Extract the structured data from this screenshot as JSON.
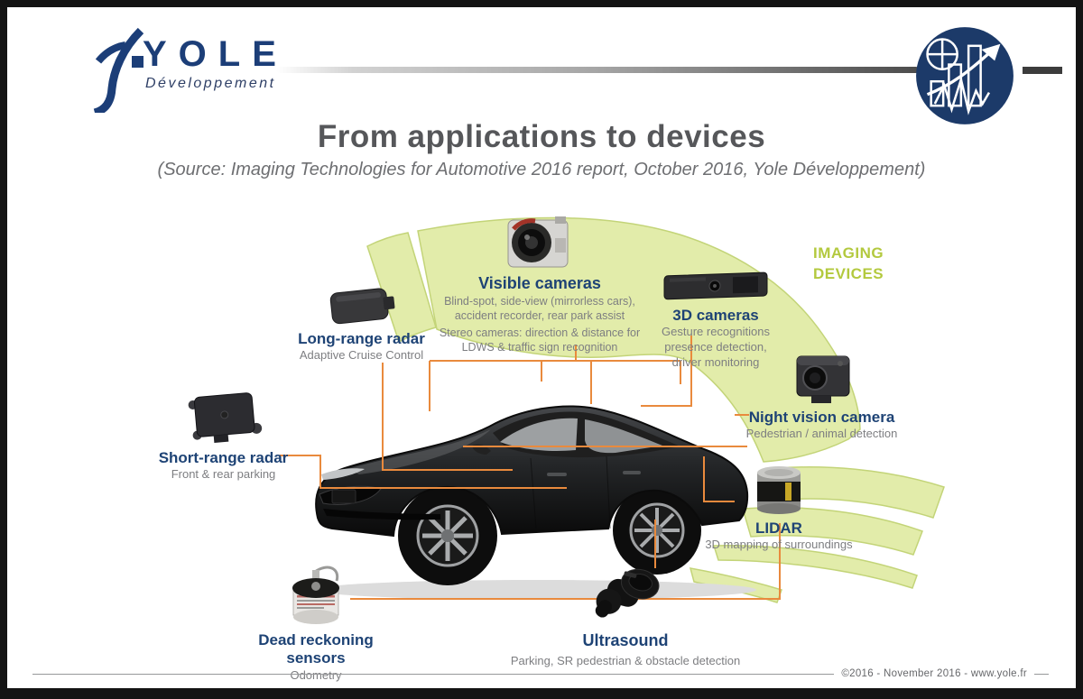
{
  "header": {
    "logo": {
      "brand": "YOLE",
      "tagline": "Développement"
    }
  },
  "title": "From applications to devices",
  "subtitle": "(Source: Imaging Technologies for Automotive 2016 report, October 2016, Yole Développement)",
  "imaging_devices_label": "IMAGING DEVICES",
  "devices": [
    {
      "id": "visible-cameras",
      "label": "Visible cameras",
      "desc": [
        "Blind-spot, side-view (mirrorless cars),",
        "accident recorder, rear park assist",
        "Stereo cameras: direction & distance for",
        "LDWS & traffic sign recognition"
      ]
    },
    {
      "id": "3d-cameras",
      "label": "3D cameras",
      "desc": [
        "Gesture recognitions",
        "presence detection,",
        "driver monitoring"
      ]
    },
    {
      "id": "long-range-radar",
      "label": "Long-range radar",
      "desc": [
        "Adaptive Cruise Control"
      ]
    },
    {
      "id": "short-range-radar",
      "label": "Short-range radar",
      "desc": [
        "Front & rear parking"
      ]
    },
    {
      "id": "night-vision-camera",
      "label": "Night vision camera",
      "desc": [
        "Pedestrian / animal detection"
      ]
    },
    {
      "id": "lidar",
      "label": "LIDAR",
      "desc": [
        "3D mapping of surroundings"
      ]
    },
    {
      "id": "dead-reckoning-sensors",
      "label": "Dead reckoning sensors",
      "desc": [
        "Odometry"
      ]
    },
    {
      "id": "ultrasound",
      "label": "Ultrasound",
      "desc": [
        "Parking, SR pedestrian & obstacle detection"
      ]
    }
  ],
  "footer": {
    "text": "©2016 - November 2016 - www.yole.fr"
  },
  "colors": {
    "accent_orange": "#E98A3D",
    "arc_green_fill": "#E2ECAA",
    "arc_green_stroke": "#C3D478",
    "imaging_green": "#B3C93E",
    "brand_navy": "#1C3E78",
    "heading_blue": "#1E4375",
    "body_gray": "#7D7E81",
    "title_gray": "#56575A"
  }
}
